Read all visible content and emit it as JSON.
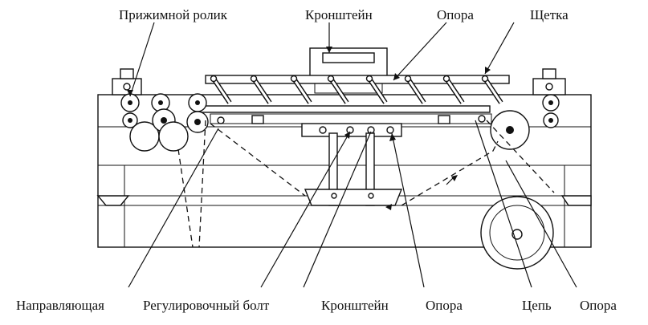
{
  "labels": {
    "pressure_roller": "Прижимной ролик",
    "bracket_top": "Кронштейн",
    "support_top": "Опора",
    "brush": "Щетка",
    "guide": "Направляющая",
    "adjust_bolt": "Регулировочный болт",
    "bracket_bottom": "Кронштейн",
    "support_bottom": "Опора",
    "chain": "Цепь",
    "support_right": "Опора"
  }
}
